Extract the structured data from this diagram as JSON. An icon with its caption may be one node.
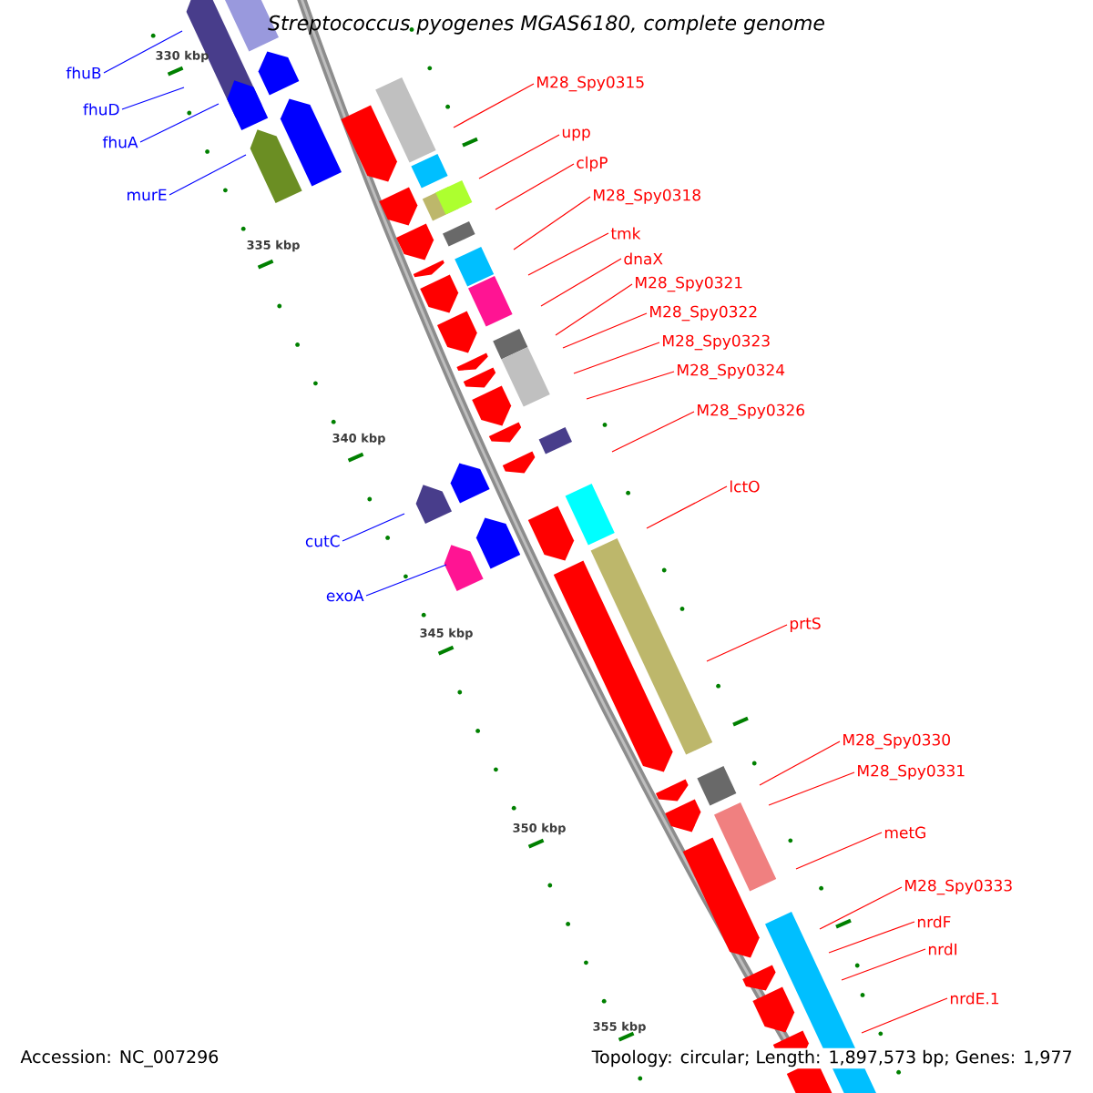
{
  "diagram": {
    "title": "Streptococcus pyogenes MGAS6180, complete genome",
    "nodes": [
      {
        "text": [
          "fhuB"
        ]
      },
      {
        "text": [
          "fhuD"
        ]
      },
      {
        "text": [
          "fhuA"
        ]
      },
      {
        "text": [
          "murE"
        ]
      },
      {
        "text": [
          "M28_Spy0315"
        ]
      },
      {
        "text": [
          "upp"
        ]
      },
      {
        "text": [
          "clpP"
        ]
      },
      {
        "text": [
          "M28_Spy0318"
        ]
      },
      {
        "text": [
          "tmk"
        ]
      },
      {
        "text": [
          "dnaX"
        ]
      },
      {
        "text": [
          "M28_Spy0321"
        ]
      },
      {
        "text": [
          "M28_Spy0322"
        ]
      },
      {
        "text": [
          "M28_Spy0323"
        ]
      },
      {
        "text": [
          "M28_Spy0324"
        ]
      },
      {
        "text": [
          "M28_Spy0326"
        ]
      },
      {
        "text": [
          "cutC"
        ]
      },
      {
        "text": [
          "lctO"
        ]
      },
      {
        "text": [
          "exoA"
        ]
      },
      {
        "text": [
          "prtS"
        ]
      },
      {
        "text": [
          "M28_Spy0330"
        ]
      },
      {
        "text": [
          "M28_Spy0331"
        ]
      },
      {
        "text": [
          "metG"
        ]
      },
      {
        "text": [
          "M28_Spy0333"
        ]
      },
      {
        "text": [
          "nrdF"
        ]
      },
      {
        "text": [
          "nrdI"
        ]
      },
      {
        "text": [
          "nrdE.1"
        ]
      }
    ],
    "edges": [
      {
        "from": 0,
        "to": null,
        "arrow": "none",
        "color": "#0000ff"
      },
      {
        "from": 1,
        "to": null,
        "arrow": "none",
        "color": "#0000ff"
      },
      {
        "from": 2,
        "to": null,
        "arrow": "none",
        "color": "#0000ff"
      },
      {
        "from": 3,
        "to": null,
        "arrow": "none",
        "color": "#0000ff"
      },
      {
        "from": 4,
        "to": null,
        "arrow": "none"
      },
      {
        "from": 5,
        "to": null,
        "arrow": "none"
      },
      {
        "from": 6,
        "to": null,
        "arrow": "none"
      },
      {
        "from": 7,
        "to": null,
        "arrow": "none"
      },
      {
        "from": 8,
        "to": null,
        "arrow": "none"
      },
      {
        "from": 9,
        "to": null,
        "arrow": "none"
      },
      {
        "from": 10,
        "to": null,
        "arrow": "none"
      },
      {
        "from": 11,
        "to": null,
        "arrow": "none"
      },
      {
        "from": 12,
        "to": null,
        "arrow": "none"
      },
      {
        "from": 13,
        "to": null,
        "arrow": "none"
      },
      {
        "from": 14,
        "to": null,
        "arrow": "none"
      },
      {
        "from": 15,
        "to": null,
        "arrow": "none",
        "color": "#0000ff"
      },
      {
        "from": 16,
        "to": null,
        "arrow": "none"
      },
      {
        "from": 17,
        "to": null,
        "arrow": "none",
        "color": "#0000ff"
      },
      {
        "from": 18,
        "to": null,
        "arrow": "none"
      },
      {
        "from": 19,
        "to": null,
        "arrow": "none"
      },
      {
        "from": 20,
        "to": null,
        "arrow": "none"
      },
      {
        "from": 21,
        "to": null,
        "arrow": "none"
      },
      {
        "from": 22,
        "to": null,
        "arrow": "none"
      },
      {
        "from": 23,
        "to": null,
        "arrow": "none"
      },
      {
        "from": 24,
        "to": null,
        "arrow": "none"
      },
      {
        "from": 25,
        "to": null,
        "arrow": "none"
      }
    ],
    "labels": [
      "330 kbp",
      "335 kbp",
      "340 kbp",
      "345 kbp",
      "350 kbp",
      "355 kbp",
      "Accession: NC_007296",
      "Topology: circular; Length: 1,897,573 bp; Genes: 1,977"
    ]
  }
}
